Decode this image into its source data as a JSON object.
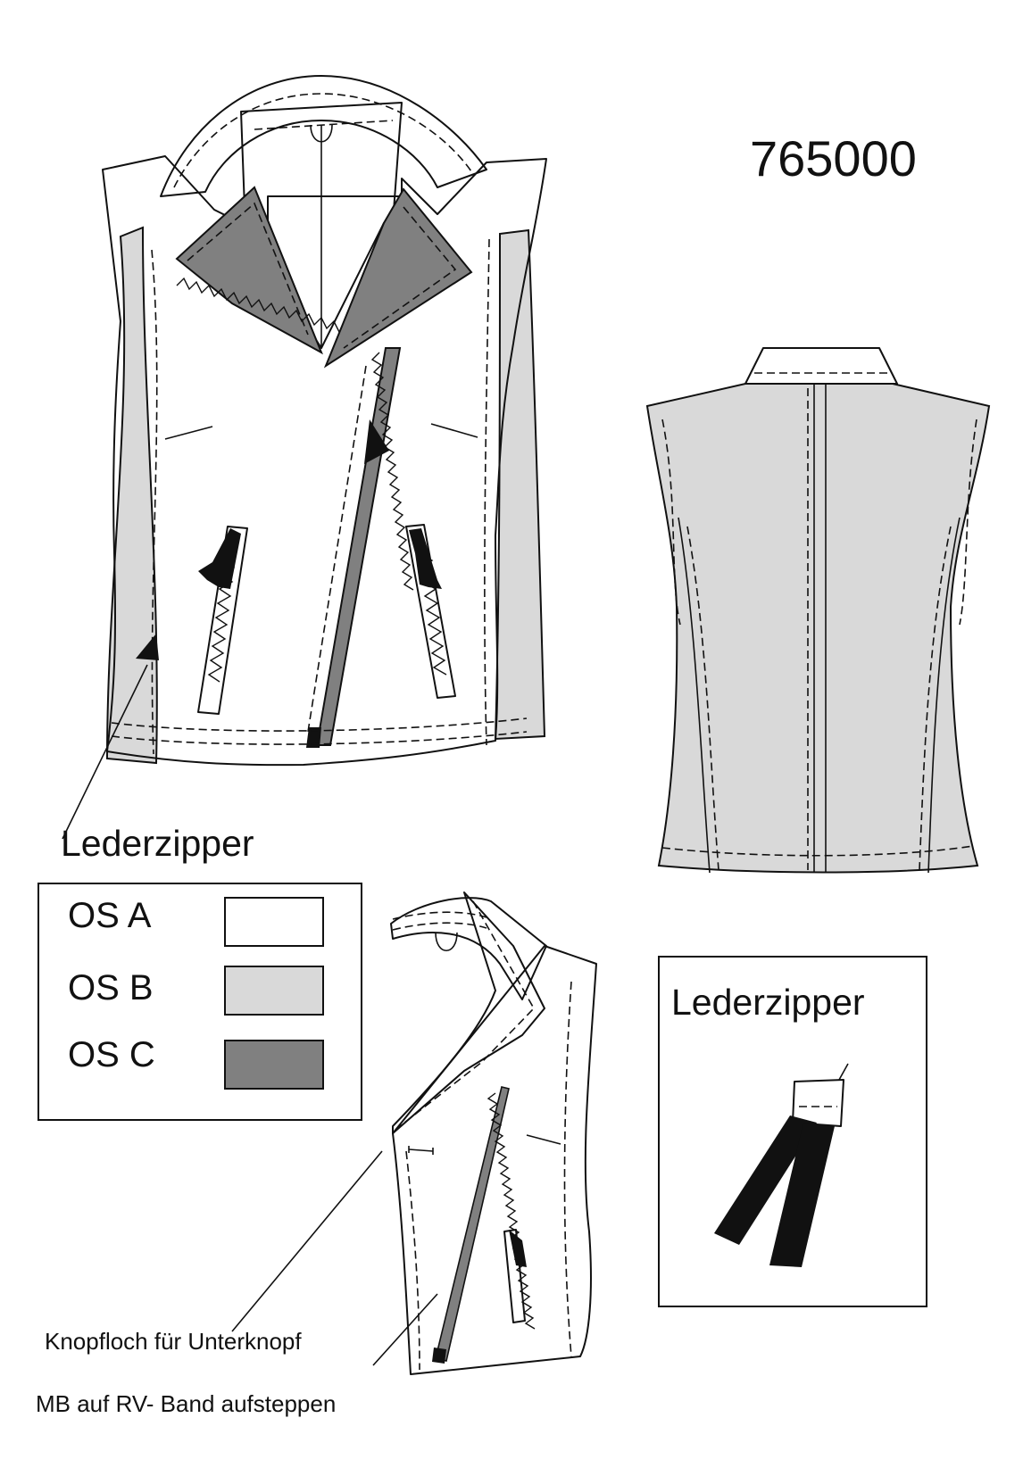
{
  "model_number": "765000",
  "callouts": {
    "leather_zipper_front": "Lederzipper",
    "leather_zipper_detail": "Lederzipper",
    "buttonhole": "Knopfloch für Unterknopf",
    "zipper_tape": "MB auf RV- Band aufsteppen"
  },
  "legend": {
    "items": [
      {
        "label": "OS A",
        "color": "#ffffff"
      },
      {
        "label": "OS B",
        "color": "#d9d9d9"
      },
      {
        "label": "OS C",
        "color": "#808080"
      }
    ]
  },
  "colors": {
    "line": "#111111",
    "fabric_a": "#ffffff",
    "fabric_b": "#d9d9d9",
    "fabric_c": "#808080"
  }
}
